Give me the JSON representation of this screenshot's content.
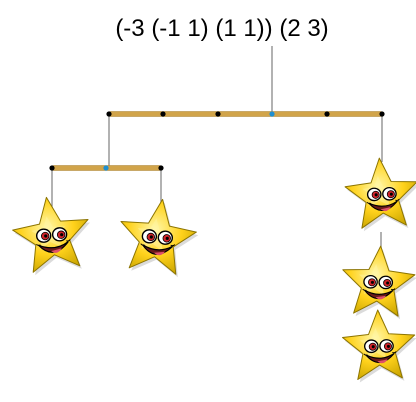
{
  "expression": "(-3 (-1 1) (1 1)) (2 3)",
  "colors": {
    "background": "#ffffff",
    "rod": "#d1a44a",
    "rod_edge": "#a9802c",
    "string": "#7f7f7f",
    "joint": "#000000",
    "pivot": "#1f8fd0",
    "star_fill": "#ffd21c",
    "star_highlight": "#fff7a8",
    "star_shadow": "#c9a400",
    "star_outline": "#8c7400",
    "eye_white": "#ffffff",
    "eye_red": "#d2232a",
    "mouth": "#6a1a1a",
    "tongue": "#e0506a"
  },
  "mobile": {
    "top_beam": {
      "left_arm": "(-3 (-1 1) (1 1))",
      "right_arm": "(2 3)"
    },
    "left_sub_beam": {
      "arms": [
        "(-1 1)",
        "(1 1)"
      ]
    },
    "weights": [
      {
        "name": "star-left-1",
        "icon": "smiley-star-icon"
      },
      {
        "name": "star-left-2",
        "icon": "smiley-star-icon"
      },
      {
        "name": "star-right-top",
        "icon": "smiley-star-icon"
      },
      {
        "name": "star-right-middle",
        "icon": "smiley-star-icon"
      },
      {
        "name": "star-right-bottom",
        "icon": "smiley-star-icon"
      }
    ]
  }
}
